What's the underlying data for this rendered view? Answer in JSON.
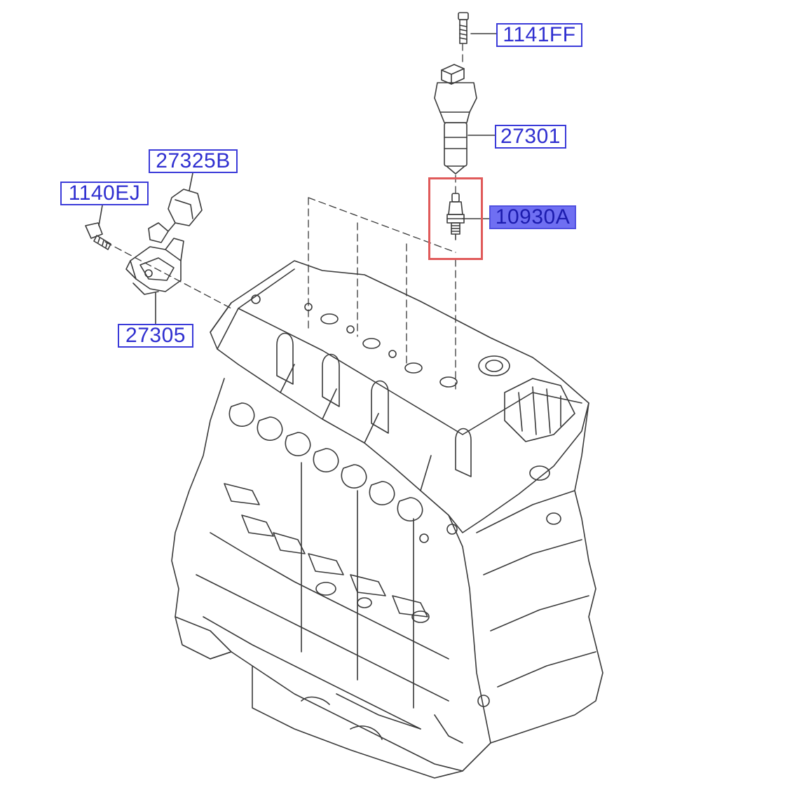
{
  "diagram": {
    "callouts": [
      {
        "id": "c-1141ff",
        "label": "1141FF",
        "active": false
      },
      {
        "id": "c-27301",
        "label": "27301",
        "active": false
      },
      {
        "id": "c-10930a",
        "label": "10930A",
        "active": true
      },
      {
        "id": "c-27325b",
        "label": "27325B",
        "active": false
      },
      {
        "id": "c-1140ej",
        "label": "1140EJ",
        "active": false
      },
      {
        "id": "c-27305",
        "label": "27305",
        "active": false
      }
    ],
    "highlight_color": "#e05a5a",
    "callout_color": "#3b3bd9",
    "selected_part": "10930A"
  }
}
